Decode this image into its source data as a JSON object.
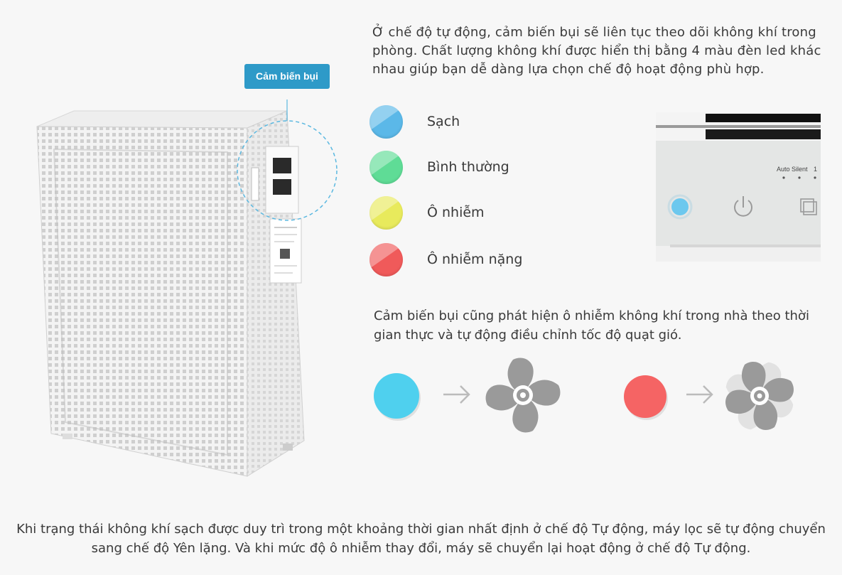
{
  "intro": {
    "text": "Ở chế độ tự động, cảm biến bụi sẽ liên tục theo dõi không khí trong phòng. Chất lượng không khí được hiển thị bằng 4 màu đèn led khác nhau giúp bạn dễ dàng lựa chọn chế độ hoạt động phù hợp."
  },
  "callout": {
    "label": "Cảm biến bụi"
  },
  "legend": {
    "items": [
      {
        "label": "Sạch",
        "color": "#5bb8e8"
      },
      {
        "label": "Bình thường",
        "color": "#5fdc96"
      },
      {
        "label": "Ô nhiễm",
        "color": "#e8ea5c"
      },
      {
        "label": "Ô nhiễm nặng",
        "color": "#f05a5a"
      }
    ]
  },
  "panel": {
    "mode_label": "Auto Silent",
    "number_label": "1",
    "led_color": "#6cc8ee"
  },
  "sensor": {
    "text": "Cảm biến bụi cũng phát hiện ô nhiễm không khí trong nhà theo thời gian thực và tự động điều chỉnh tốc độ quạt gió."
  },
  "flow": {
    "clean_color": "#4fd0ee",
    "polluted_color": "#f56464",
    "fan_color": "#9a9a9a"
  },
  "bottom": {
    "text": "Khi trạng thái không khí sạch được duy trì trong một khoảng thời gian nhất định ở chế độ Tự động, máy lọc sẽ tự động chuyển sang chế độ Yên lặng. Và khi mức độ ô nhiễm thay đổi, máy sẽ chuyển lại hoạt động ở chế độ Tự động."
  }
}
